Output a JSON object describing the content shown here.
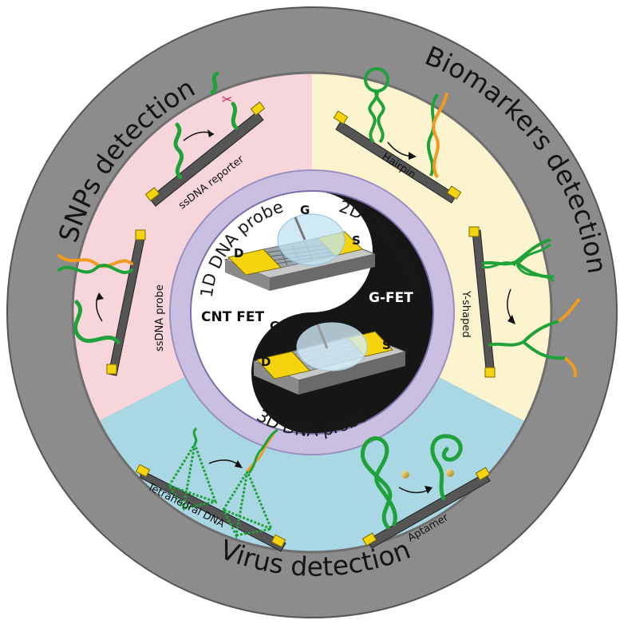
{
  "ring_titles": {
    "snps": "SNPs detection",
    "biomarkers": "Biomarkers detection",
    "virus": "Virus detection"
  },
  "probe_titles": {
    "one_d": "1D DNA probe",
    "two_d": "2D DNA probe",
    "three_d": "3D DNA probe"
  },
  "devices": {
    "cnt": "CNT FET",
    "graphene": "G-FET"
  },
  "electrodes": {
    "gate": "G",
    "source": "S",
    "drain": "D"
  },
  "probe_labels": {
    "ssdna_reporter": "ssDNA reporter",
    "ssdna_probe": "ssDNA probe",
    "hairpin": "Hairpin",
    "y_shaped": "Y-shaped",
    "tetrahedral": "Tetrahedral DNA",
    "aptamer": "Aptamer"
  },
  "colors": {
    "outer_ring": "#8c8c8c",
    "snps_sector": "#f6d6da",
    "biomarkers_sector": "#fbf4cf",
    "virus_sector": "#a9d7e3",
    "probe_ring": "#c9bfe0",
    "dna_green": "#1fa23a",
    "dna_orange": "#f29a1e",
    "electrode_yellow": "#f5d40f"
  }
}
